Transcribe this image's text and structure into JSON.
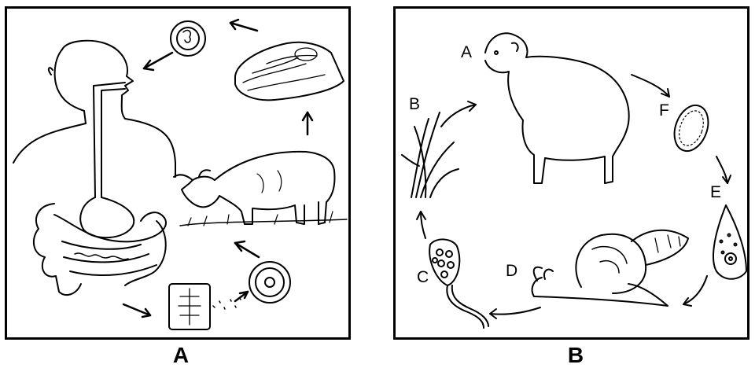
{
  "panel_a": {
    "caption": "A"
  },
  "panel_b": {
    "caption": "B",
    "labels": {
      "A": "A",
      "B": "B",
      "C": "C",
      "D": "D",
      "E": "E",
      "F": "F"
    }
  }
}
